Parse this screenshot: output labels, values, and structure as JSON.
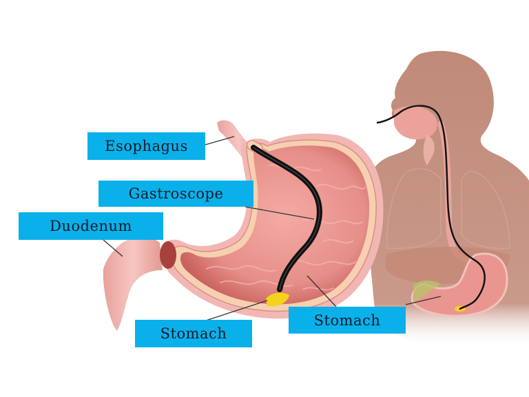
{
  "diagram": {
    "type": "anatomical-illustration",
    "subject": "Gastroscopy: gastroscope inserted through esophagus into stomach",
    "labels": {
      "esophagus": "Esophagus",
      "gastroscope": "Gastroscope",
      "duodenum": "Duodenum",
      "stomach_left": "Stomach",
      "stomach_right": "Stomach"
    },
    "colors": {
      "label_background": "#0ab0ea",
      "label_text": "#111a2a",
      "stomach_outer": "#f2b3b0",
      "stomach_inner": "#e48a86",
      "body_silhouette": "#c08a78",
      "gastroscope": "#111111",
      "scope_light": "#f5d21c"
    }
  }
}
